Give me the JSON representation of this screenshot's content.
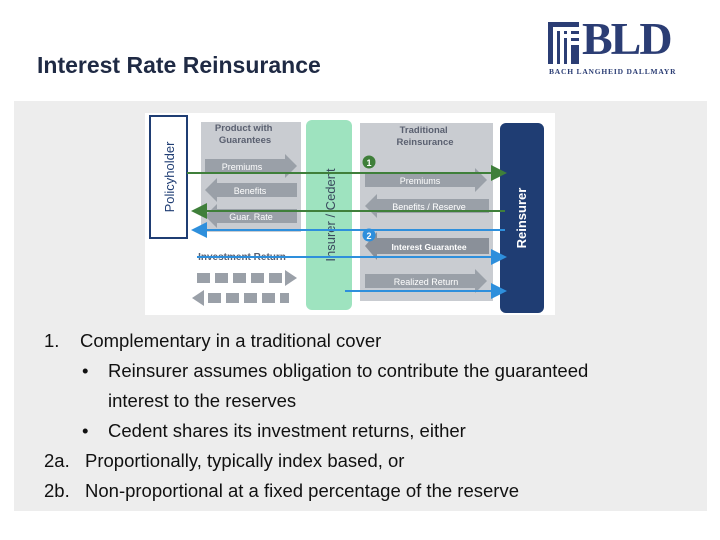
{
  "slide": {
    "title": "Interest Rate Reinsurance"
  },
  "logo": {
    "main": "BLD",
    "sub": "BACH LANGHEID DALLMAYR"
  },
  "diagram": {
    "policyholder": "Policyholder",
    "product_box": "Product with Guarantees",
    "insurer": "Insurer / Cedent",
    "traditional_box": "Traditional Reinsurance",
    "reinsurer": "Reinsurer",
    "premiums_left": "Premiums",
    "benefits_left": "Benefits",
    "guar_rate": "Guar. Rate",
    "investment_return": "Investment Return",
    "premiums_right": "Premiums",
    "benefits_reserve": "Benefits / Reserve",
    "interest_guarantee": "Interest Guarantee",
    "realized_return": "Realized Return",
    "marker_1": "1",
    "marker_2": "2",
    "colors": {
      "green": "#3f7f3a",
      "blue": "#2e8fdc",
      "reinsurer_navy": "#1f3d73",
      "insurer_mint": "#9ee3bf",
      "gray_box": "#c9ccd1",
      "arrow_gray": "#9aa0a8"
    }
  },
  "points": {
    "p1_num": "1.",
    "p1_text": "Complementary in a traditional cover",
    "sub1_bullet": "•",
    "sub1_line1": "Reinsurer assumes obligation to contribute the guaranteed",
    "sub1_line2": "interest to the reserves",
    "sub2_bullet": "•",
    "sub2_text": "Cedent shares its investment returns, either",
    "p2a_num": "2a.",
    "p2a_text": "Proportionally, typically index based, or",
    "p2b_num": "2b.",
    "p2b_text": "Non-proportional at a fixed percentage of the reserve"
  }
}
